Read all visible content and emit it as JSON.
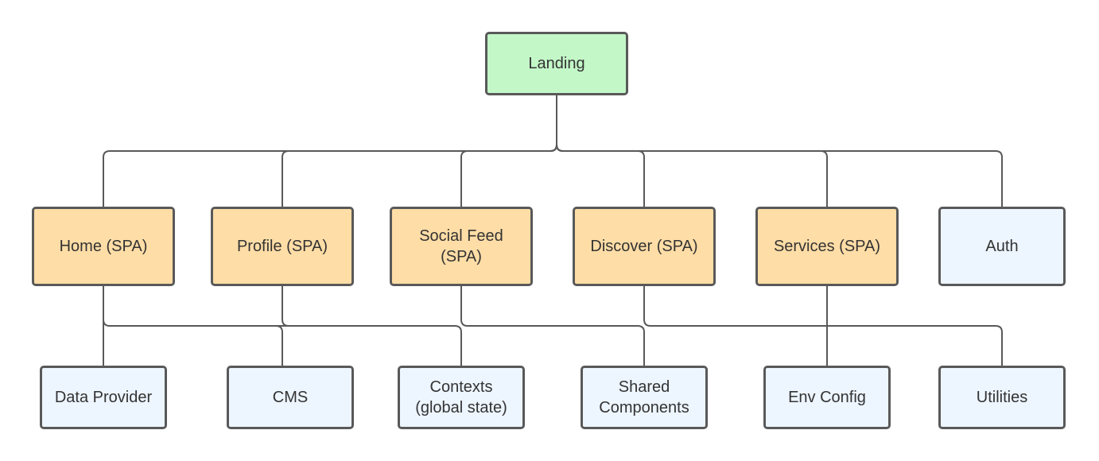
{
  "diagram": {
    "root": {
      "label": "Landing"
    },
    "apps": [
      {
        "label": "Home (SPA)"
      },
      {
        "label": "Profile (SPA)"
      },
      {
        "label": "Social Feed\n(SPA)"
      },
      {
        "label": "Discover (SPA)"
      },
      {
        "label": "Services (SPA)"
      },
      {
        "label": "Auth"
      }
    ],
    "libraries": [
      {
        "label": "Data Provider"
      },
      {
        "label": "CMS"
      },
      {
        "label": "Contexts\n(global state)"
      },
      {
        "label": "Shared\nComponents"
      },
      {
        "label": "Env Config"
      },
      {
        "label": "Utilities"
      }
    ],
    "colors": {
      "root_fill": "#c3f7c8",
      "app_fill": "#ffdda6",
      "library_fill": "#edf5ff",
      "border": "#595959",
      "text": "#333333"
    }
  }
}
